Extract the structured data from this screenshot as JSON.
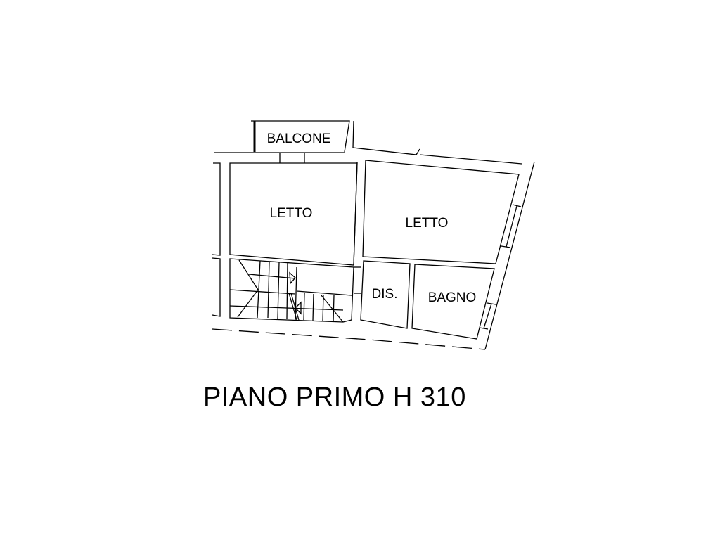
{
  "plan": {
    "rooms": [
      {
        "id": "balcone",
        "label": "BALCONE"
      },
      {
        "id": "letto1",
        "label": "LETTO"
      },
      {
        "id": "letto2",
        "label": "LETTO"
      },
      {
        "id": "dis",
        "label": "DIS."
      },
      {
        "id": "bagno",
        "label": "BAGNO"
      }
    ],
    "title": "PIANO PRIMO H 310"
  }
}
